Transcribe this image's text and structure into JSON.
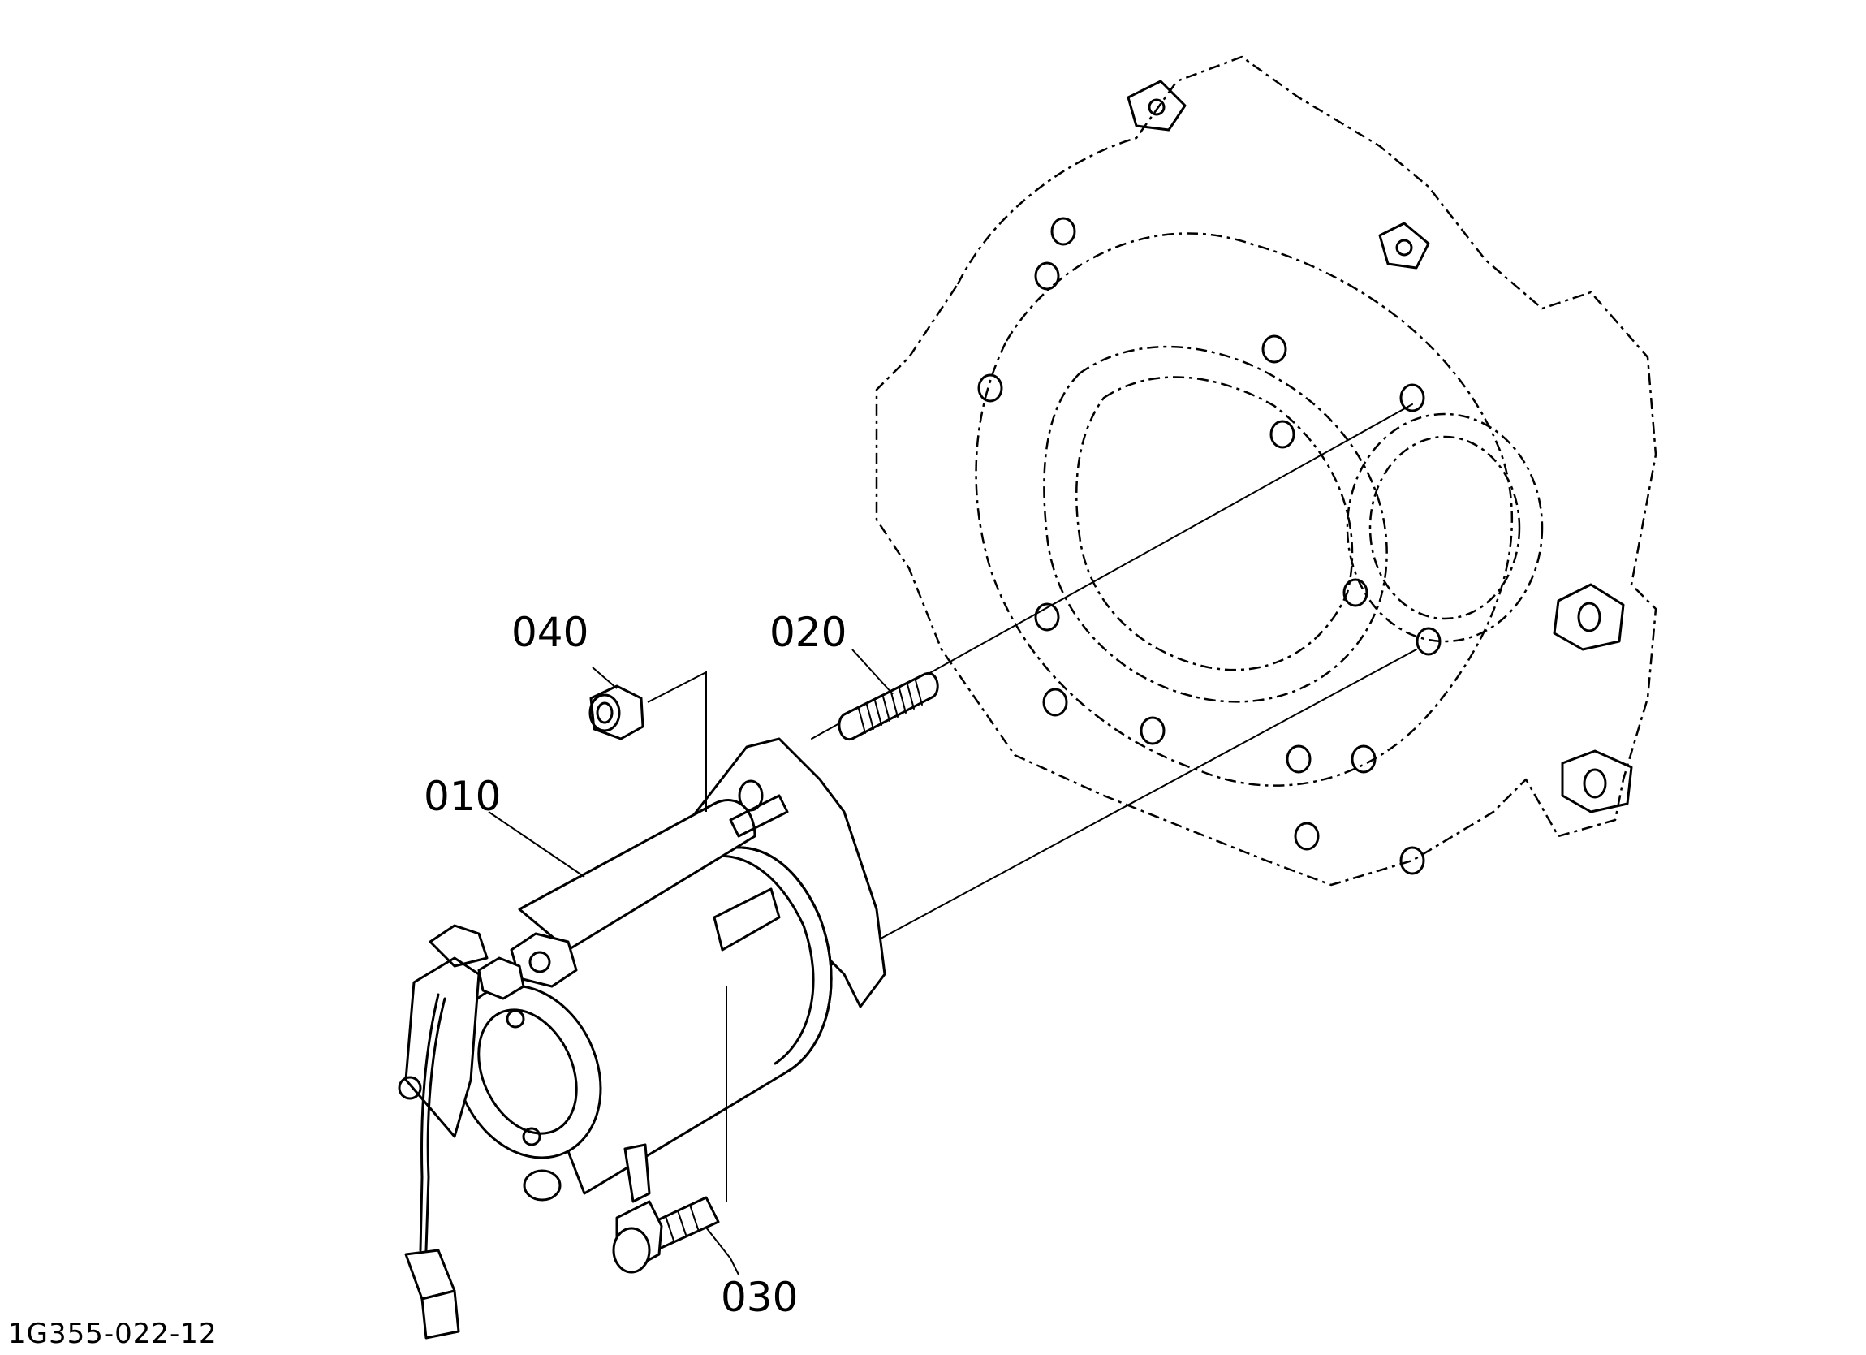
{
  "diagram": {
    "drawing_code": "1G355-022-12",
    "callouts": [
      {
        "id": "010",
        "label": "010"
      },
      {
        "id": "020",
        "label": "020"
      },
      {
        "id": "030",
        "label": "030"
      },
      {
        "id": "040",
        "label": "040"
      }
    ]
  }
}
